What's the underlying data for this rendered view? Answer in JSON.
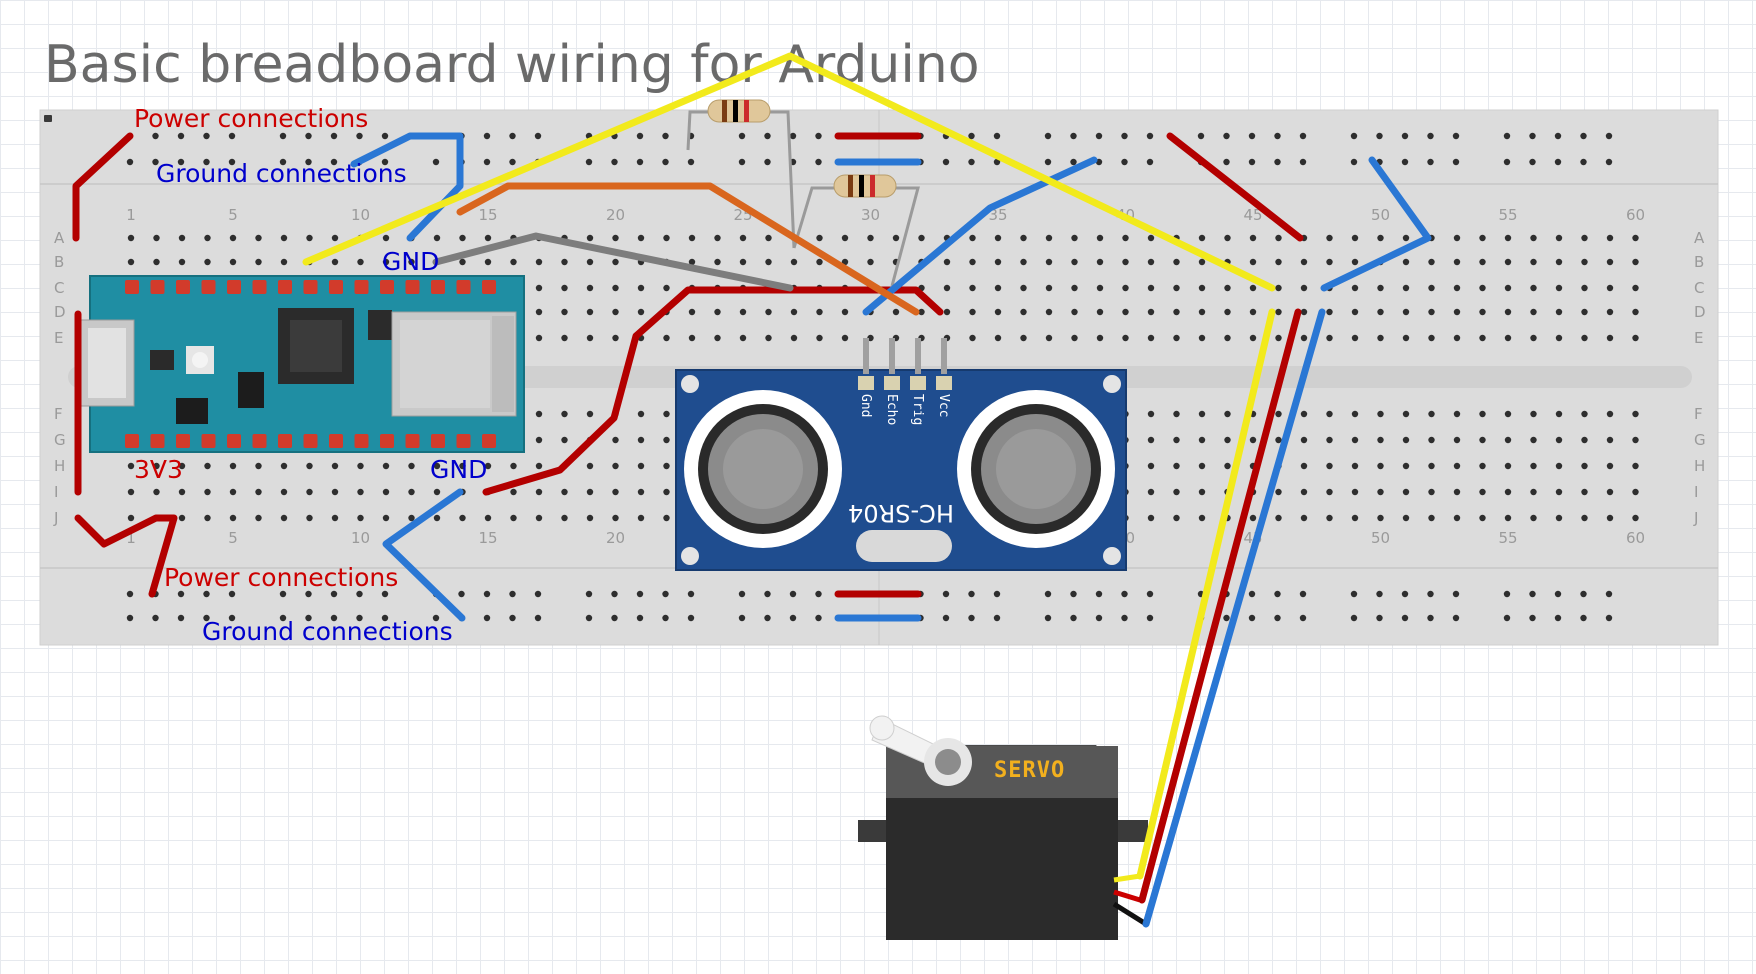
{
  "title": "Basic breadboard wiring for Arduino",
  "annotations": {
    "power_top": "Power connections",
    "ground_top": "Ground connections",
    "power_bottom": "Power connections",
    "ground_bottom": "Ground connections",
    "gnd_top": "GND",
    "gnd_bottom": "GND",
    "v33": "3V3"
  },
  "breadboard": {
    "row_labels_top": [
      "A",
      "B",
      "C",
      "D",
      "E"
    ],
    "row_labels_bottom": [
      "F",
      "G",
      "H",
      "I",
      "J"
    ],
    "column_numbers": [
      "1",
      "5",
      "10",
      "15",
      "20",
      "25",
      "30",
      "35",
      "40",
      "45",
      "50",
      "55",
      "60"
    ]
  },
  "components": {
    "sensor_name": "HC-SR04",
    "sensor_pins": [
      "Gnd",
      "Echo",
      "Trig",
      "Vcc"
    ],
    "servo_label": "SERVO"
  },
  "colors": {
    "power_wire": "#cc0000",
    "ground_wire": "#2a77d4",
    "signal_yellow": "#f2ea1c",
    "signal_orange": "#d9661e",
    "signal_gray": "#7d7d7d",
    "board": "#1f8ea3",
    "sensor_board": "#1f4d8f"
  }
}
